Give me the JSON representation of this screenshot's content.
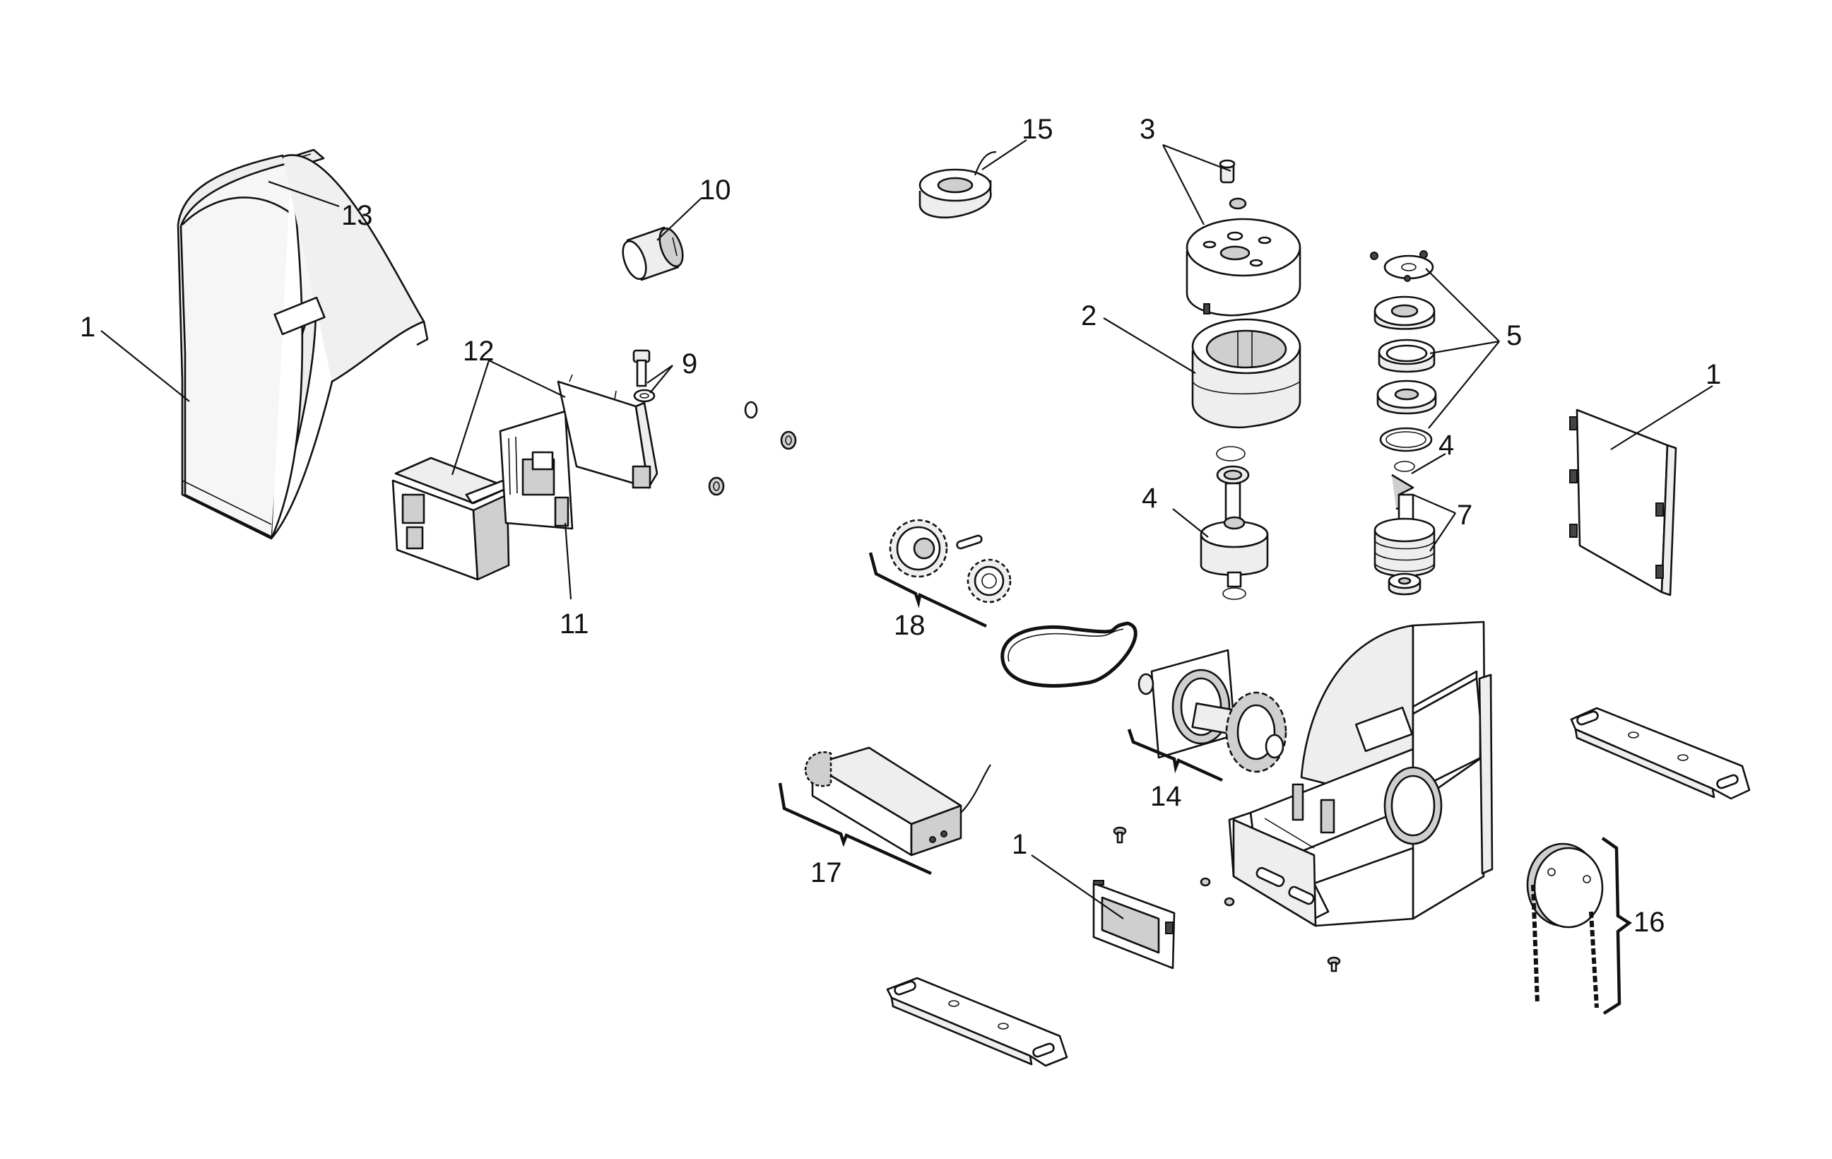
{
  "labels": {
    "l1a": "1",
    "l1b": "1",
    "l1c": "1",
    "l2": "2",
    "l3": "3",
    "l4a": "4",
    "l4b": "4",
    "l5": "5",
    "l7": "7",
    "l9": "9",
    "l10": "10",
    "l11": "11",
    "l12": "12",
    "l13": "13",
    "l14": "14",
    "l15": "15",
    "l16": "16",
    "l17": "17",
    "l18": "18"
  },
  "colors": {
    "ink": "#111111",
    "background": "#ffffff",
    "part_fill": "#eeeeee",
    "part_shade": "#cfcfcf"
  }
}
